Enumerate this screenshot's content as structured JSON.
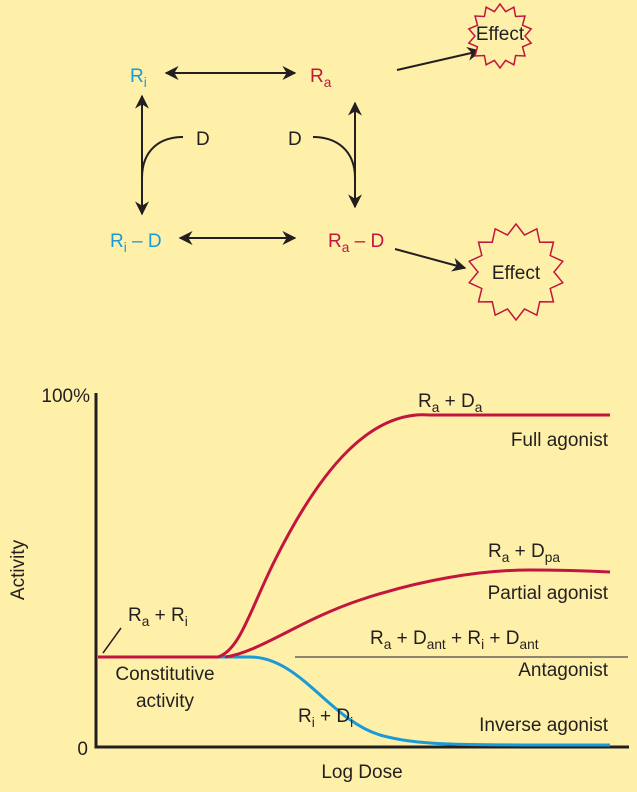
{
  "colors": {
    "background": "#fef0a8",
    "active": "#c2163f",
    "inactive": "#1a9ad6",
    "antagonist": "#8c8570",
    "ink": "#231f20"
  },
  "scheme": {
    "ri": [
      {
        "t": "R"
      },
      {
        "t": "i",
        "sub": true
      }
    ],
    "ra": [
      {
        "t": "R"
      },
      {
        "t": "a",
        "sub": true
      }
    ],
    "ri_d": [
      {
        "t": "R"
      },
      {
        "t": "i",
        "sub": true
      },
      {
        "t": " – D"
      }
    ],
    "ra_d": [
      {
        "t": "R"
      },
      {
        "t": "a",
        "sub": true
      },
      {
        "t": " – D"
      }
    ],
    "drug_left": "D",
    "drug_right": "D",
    "effect_small": "Effect",
    "effect_large": "Effect"
  },
  "graph": {
    "y_top_label": "100%",
    "y_zero_label": "0",
    "y_axis_label": "Activity",
    "x_axis_label": "Log Dose",
    "full_formula": [
      {
        "t": "R"
      },
      {
        "t": "a",
        "sub": true
      },
      {
        "t": " + D"
      },
      {
        "t": "a",
        "sub": true
      }
    ],
    "full_name": "Full agonist",
    "partial_formula": [
      {
        "t": "R"
      },
      {
        "t": "a",
        "sub": true
      },
      {
        "t": " + D"
      },
      {
        "t": "pa",
        "sub": true
      }
    ],
    "partial_name": "Partial agonist",
    "constitutive_formula": [
      {
        "t": "R"
      },
      {
        "t": "a",
        "sub": true
      },
      {
        "t": " + R"
      },
      {
        "t": "i",
        "sub": true
      }
    ],
    "constitutive_name_1": "Constitutive",
    "constitutive_name_2": "activity",
    "antagonist_formula": [
      {
        "t": "R"
      },
      {
        "t": "a",
        "sub": true
      },
      {
        "t": " + D"
      },
      {
        "t": "ant",
        "sub": true
      },
      {
        "t": " + R"
      },
      {
        "t": "i",
        "sub": true
      },
      {
        "t": " + D"
      },
      {
        "t": "ant",
        "sub": true
      }
    ],
    "antagonist_name": "Antagonist",
    "inverse_formula": [
      {
        "t": "R"
      },
      {
        "t": "i",
        "sub": true
      },
      {
        "t": " + D"
      },
      {
        "t": "i",
        "sub": true
      }
    ],
    "inverse_name": "Inverse agonist"
  }
}
